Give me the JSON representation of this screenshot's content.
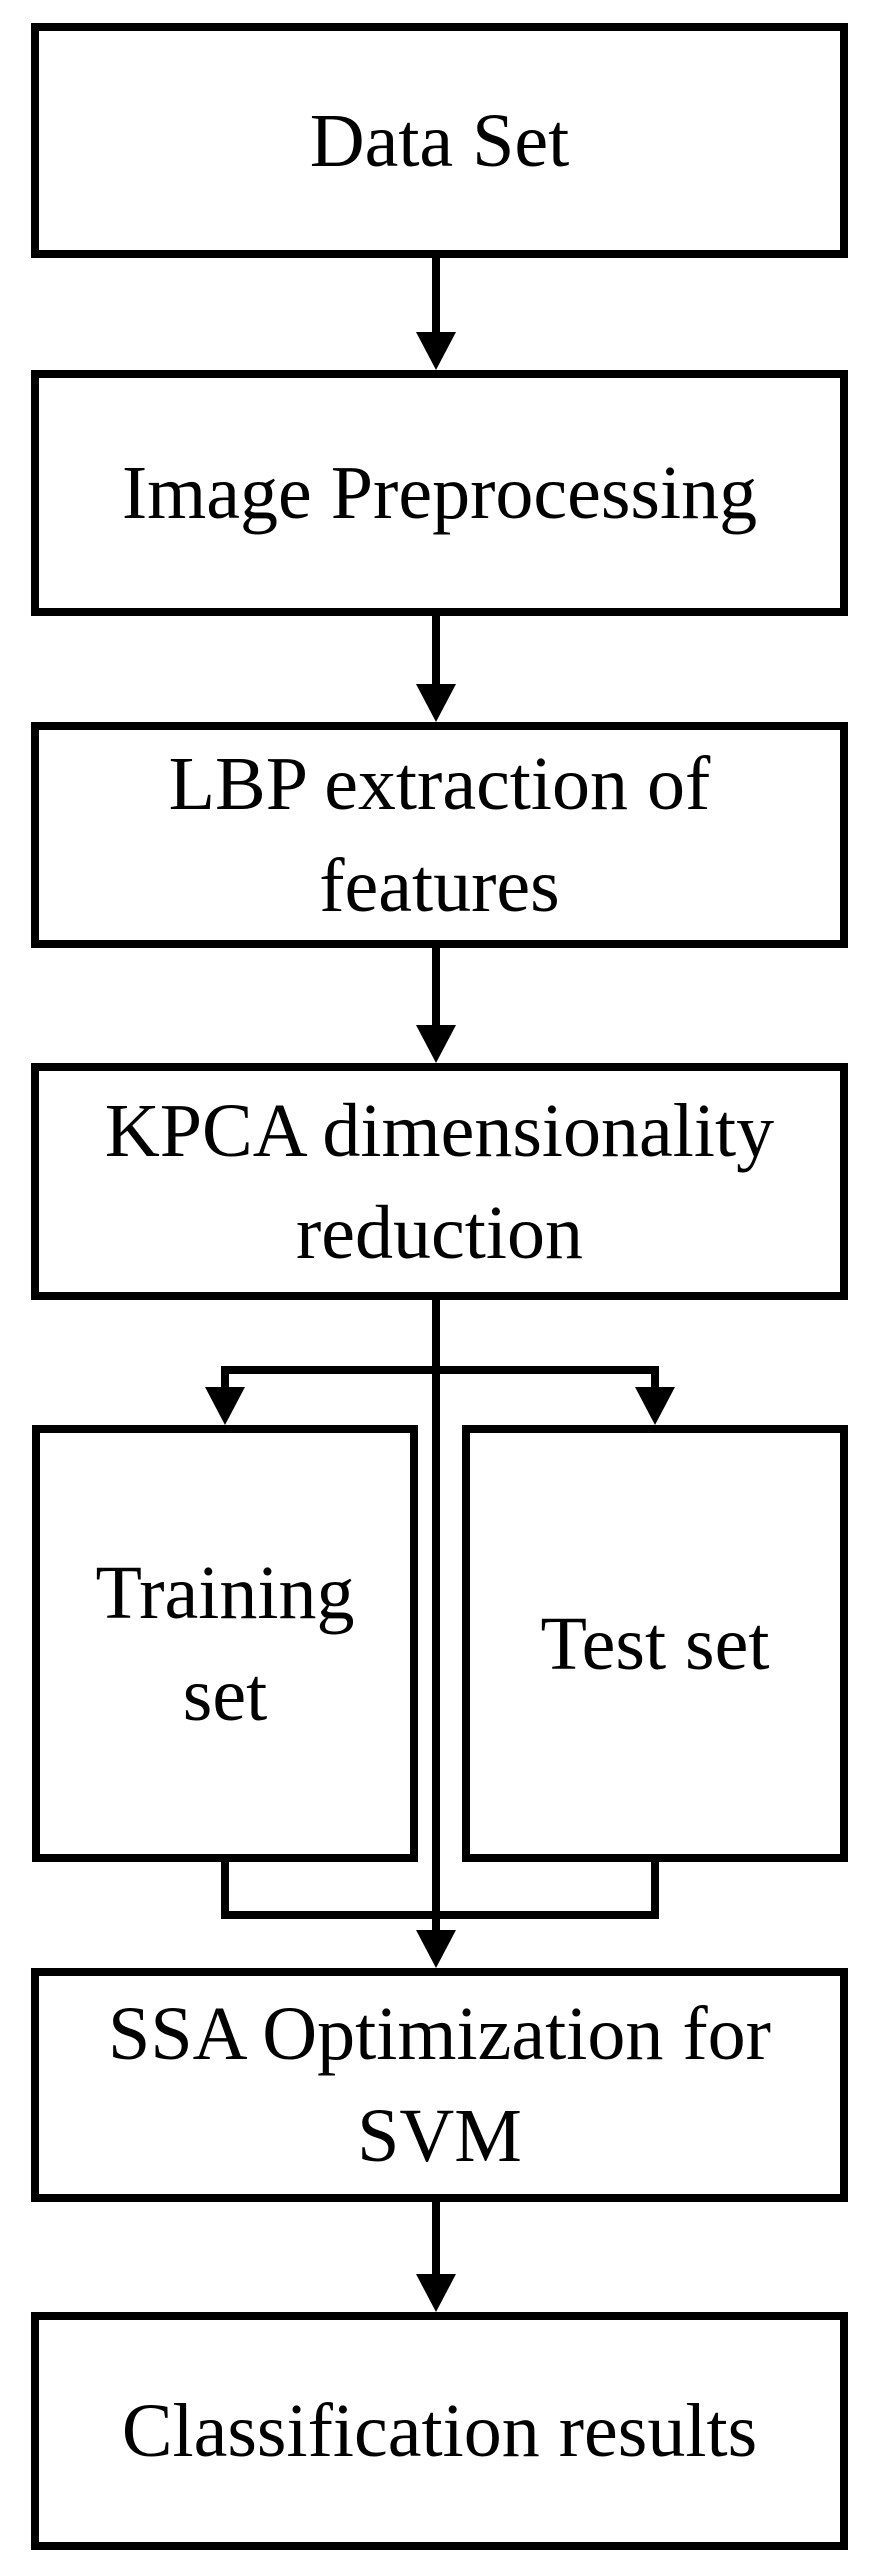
{
  "page": {
    "background_color": "#ffffff",
    "line_color": "#000000",
    "text_color": "#000000"
  },
  "flowchart": {
    "nodes": [
      {
        "id": "data-set",
        "label": "Data Set"
      },
      {
        "id": "image-preprocessing",
        "label": "Image Preprocessing"
      },
      {
        "id": "lbp-extraction",
        "label": "LBP extraction of\nfeatures"
      },
      {
        "id": "kpca-reduction",
        "label": "KPCA dimensionality\nreduction"
      },
      {
        "id": "training-set",
        "label": "Training\nset"
      },
      {
        "id": "test-set",
        "label": "Test set"
      },
      {
        "id": "ssa-svm",
        "label": "SSA Optimization for\nSVM"
      },
      {
        "id": "classification-results",
        "label": "Classification results"
      }
    ],
    "edges": [
      {
        "from": "data-set",
        "to": "image-preprocessing",
        "type": "arrow"
      },
      {
        "from": "image-preprocessing",
        "to": "lbp-extraction",
        "type": "arrow"
      },
      {
        "from": "lbp-extraction",
        "to": "kpca-reduction",
        "type": "arrow"
      },
      {
        "from": "kpca-reduction",
        "to": "training-set",
        "type": "arrow-branch"
      },
      {
        "from": "kpca-reduction",
        "to": "test-set",
        "type": "arrow-branch"
      },
      {
        "from": "kpca-reduction",
        "to": "ssa-svm",
        "type": "arrow-through-center"
      },
      {
        "from": "training-set",
        "to": "ssa-svm",
        "type": "merge"
      },
      {
        "from": "test-set",
        "to": "ssa-svm",
        "type": "merge"
      },
      {
        "from": "ssa-svm",
        "to": "classification-results",
        "type": "arrow"
      }
    ]
  }
}
